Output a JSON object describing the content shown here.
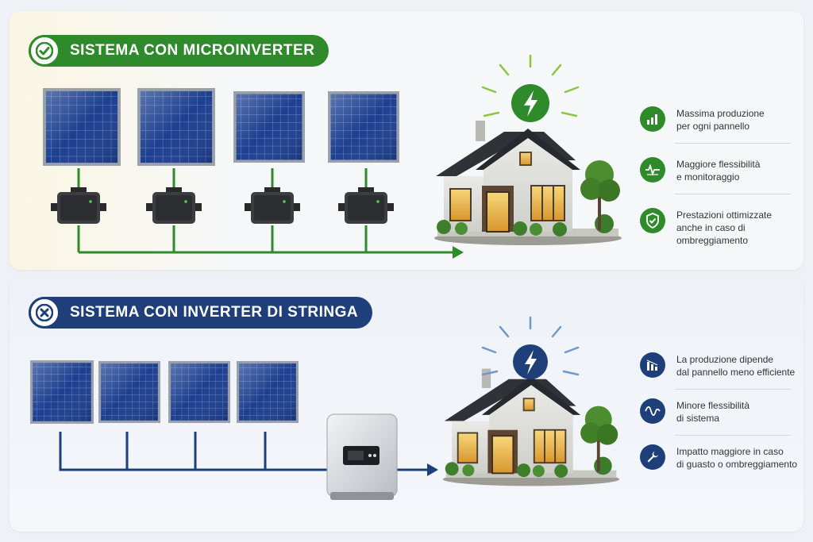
{
  "top": {
    "title": "SISTEMA CON MICROINVERTER",
    "features": [
      {
        "text": "Massima produzione\nper ogni pannello",
        "icon": "bar-chart-icon"
      },
      {
        "text": "Maggiore flessibilità\ne monitoraggio",
        "icon": "waveform-icon"
      },
      {
        "text": "Prestazioni ottimizzate\nanche in caso di\nombreggiamento",
        "icon": "shield-check-icon"
      }
    ]
  },
  "bottom": {
    "title": "SISTEMA CON INVERTER DI STRINGA",
    "features": [
      {
        "text": "La produzione dipende\ndal pannello meno efficiente",
        "icon": "declining-chart-icon"
      },
      {
        "text": "Minore flessibilità\ndi sistema",
        "icon": "waveform-icon"
      },
      {
        "text": "Impatto maggiore in caso\ndi guasto o ombreggiamento",
        "icon": "wrench-icon"
      }
    ]
  },
  "colors": {
    "green": "#2f8a2c",
    "navy": "#1e3f7a"
  }
}
